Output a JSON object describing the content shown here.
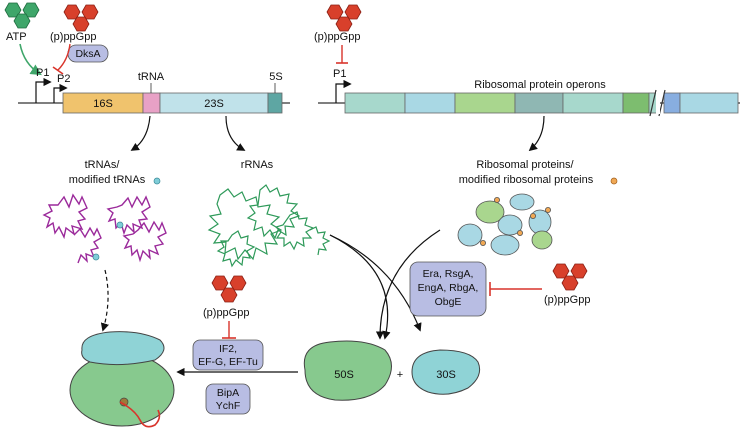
{
  "labels": {
    "atp": "ATP",
    "ppgpp": "(p)ppGpp",
    "dksa": "DksA",
    "p1": "P1",
    "p2": "P2",
    "trna_marker": "tRNA",
    "s5": "5S",
    "s16": "16S",
    "s23": "23S",
    "ribosomal_protein_operons": "Ribosomal protein operons",
    "trnas_line1": "tRNAs/",
    "trnas_line2": "modified tRNAs",
    "rrnas": "rRNAs",
    "rproteins_line1": "Ribosomal proteins/",
    "rproteins_line2": "modified ribosomal proteins",
    "gtpases": [
      "Era, RsgA,",
      "EngA, RbgA,",
      "ObgE"
    ],
    "factors": [
      "IF2,",
      "EF-G, EF-Tu"
    ],
    "bipa": [
      "BipA",
      "YchF"
    ],
    "s50": "50S",
    "plus": "+",
    "s30": "30S"
  },
  "colors": {
    "ppgpp_red": "#d8402b",
    "atp_green": "#3fa66a",
    "inhibit_red": "#d9342b",
    "s16_orange": "#f0c36d",
    "trna_pink": "#e8a1c6",
    "s23_blue": "#c0e2ea",
    "s5_teal": "#5ea6a3",
    "operon_teal": "#a7d8cc",
    "operon_blue": "#a9d8e4",
    "operon_green": "#a9d68e",
    "operon_gray": "#8fb7b3",
    "operon_darkgreen": "#7dbd6f",
    "operon_cornflower": "#88aee0",
    "box_lavender": "#b8bde3",
    "large_subunit": "#87c98e",
    "small_subunit": "#8fd3d6",
    "trna_purple": "#9b2a9b",
    "rrna_green": "#2f9a5a",
    "mrna_red": "#d9342b"
  }
}
